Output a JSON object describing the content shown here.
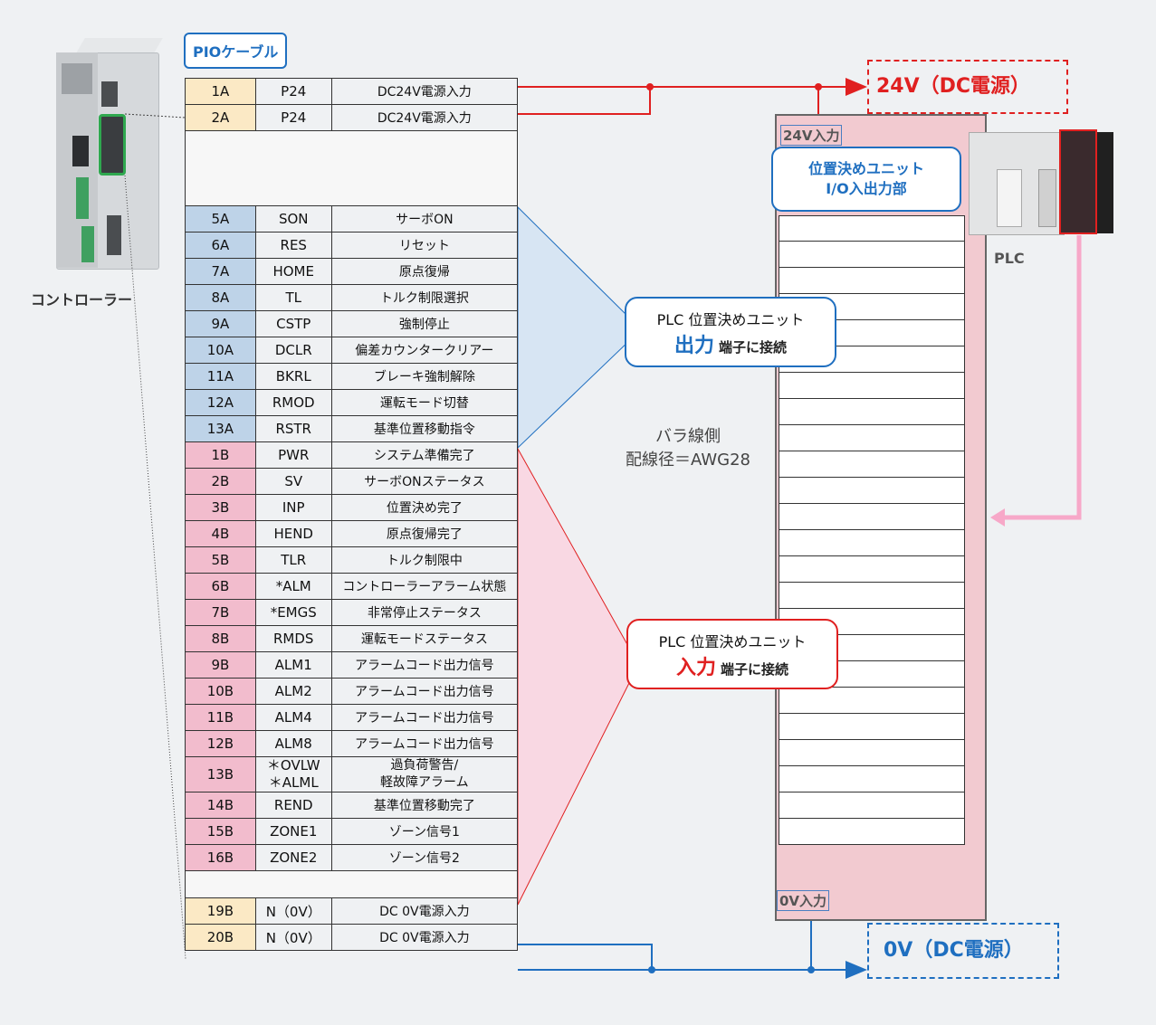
{
  "controller": {
    "label": "コントローラー"
  },
  "cable": {
    "label": "PIOケーブル"
  },
  "pio_table": {
    "power_rows": [
      {
        "pin": "1A",
        "signal": "P24",
        "desc": "DC24V電源入力"
      },
      {
        "pin": "2A",
        "signal": "P24",
        "desc": "DC24V電源入力"
      }
    ],
    "output_rows": [
      {
        "pin": "5A",
        "signal": "SON",
        "desc": "サーボON"
      },
      {
        "pin": "6A",
        "signal": "RES",
        "desc": "リセット"
      },
      {
        "pin": "7A",
        "signal": "HOME",
        "desc": "原点復帰"
      },
      {
        "pin": "8A",
        "signal": "TL",
        "desc": "トルク制限選択"
      },
      {
        "pin": "9A",
        "signal": "CSTP",
        "desc": "強制停止"
      },
      {
        "pin": "10A",
        "signal": "DCLR",
        "desc": "偏差カウンタークリアー"
      },
      {
        "pin": "11A",
        "signal": "BKRL",
        "desc": "ブレーキ強制解除"
      },
      {
        "pin": "12A",
        "signal": "RMOD",
        "desc": "運転モード切替"
      },
      {
        "pin": "13A",
        "signal": "RSTR",
        "desc": "基準位置移動指令"
      }
    ],
    "input_rows": [
      {
        "pin": "1B",
        "signal": "PWR",
        "desc": "システム準備完了"
      },
      {
        "pin": "2B",
        "signal": "SV",
        "desc": "サーボONステータス"
      },
      {
        "pin": "3B",
        "signal": "INP",
        "desc": "位置決め完了"
      },
      {
        "pin": "4B",
        "signal": "HEND",
        "desc": "原点復帰完了"
      },
      {
        "pin": "5B",
        "signal": "TLR",
        "desc": "トルク制限中"
      },
      {
        "pin": "6B",
        "signal": "*ALM",
        "desc": "コントローラーアラーム状態"
      },
      {
        "pin": "7B",
        "signal": "*EMGS",
        "desc": "非常停止ステータス"
      },
      {
        "pin": "8B",
        "signal": "RMDS",
        "desc": "運転モードステータス"
      },
      {
        "pin": "9B",
        "signal": "ALM1",
        "desc": "アラームコード出力信号"
      },
      {
        "pin": "10B",
        "signal": "ALM2",
        "desc": "アラームコード出力信号"
      },
      {
        "pin": "11B",
        "signal": "ALM4",
        "desc": "アラームコード出力信号"
      },
      {
        "pin": "12B",
        "signal": "ALM8",
        "desc": "アラームコード出力信号"
      },
      {
        "pin": "13B",
        "signal_1": "＊OVLW",
        "signal_2": "＊ALML",
        "desc_1": "過負荷警告/",
        "desc_2": "軽故障アラーム"
      },
      {
        "pin": "14B",
        "signal": "REND",
        "desc": "基準位置移動完了"
      },
      {
        "pin": "15B",
        "signal": "ZONE1",
        "desc": "ゾーン信号1"
      },
      {
        "pin": "16B",
        "signal": "ZONE2",
        "desc": "ゾーン信号2"
      }
    ],
    "ground_rows": [
      {
        "pin": "19B",
        "signal": "N（0V）",
        "desc": "DC 0V電源入力"
      },
      {
        "pin": "20B",
        "signal": "N（0V）",
        "desc": "DC 0V電源入力"
      }
    ]
  },
  "plc_unit": {
    "title_line1": "位置決めユニット",
    "title_line2": "I/O入出力部",
    "input_24v": "24V入力",
    "input_0v": "0V入力"
  },
  "output_callout": {
    "line1": "PLC 位置決めユニット",
    "big": "出力",
    "small": "端子に接続"
  },
  "input_callout": {
    "line1": "PLC 位置決めユニット",
    "big": "入力",
    "small": "端子に接続"
  },
  "wire_note": {
    "line1": "バラ線側",
    "line2": "配線径＝AWG28"
  },
  "power_24v": "24V（DC電源）",
  "power_0v": "0V（DC電源）",
  "plc": {
    "label": "PLC"
  },
  "colors": {
    "red": "#e02020",
    "blue": "#1f6fc0",
    "pink": "#f7a8c8"
  }
}
